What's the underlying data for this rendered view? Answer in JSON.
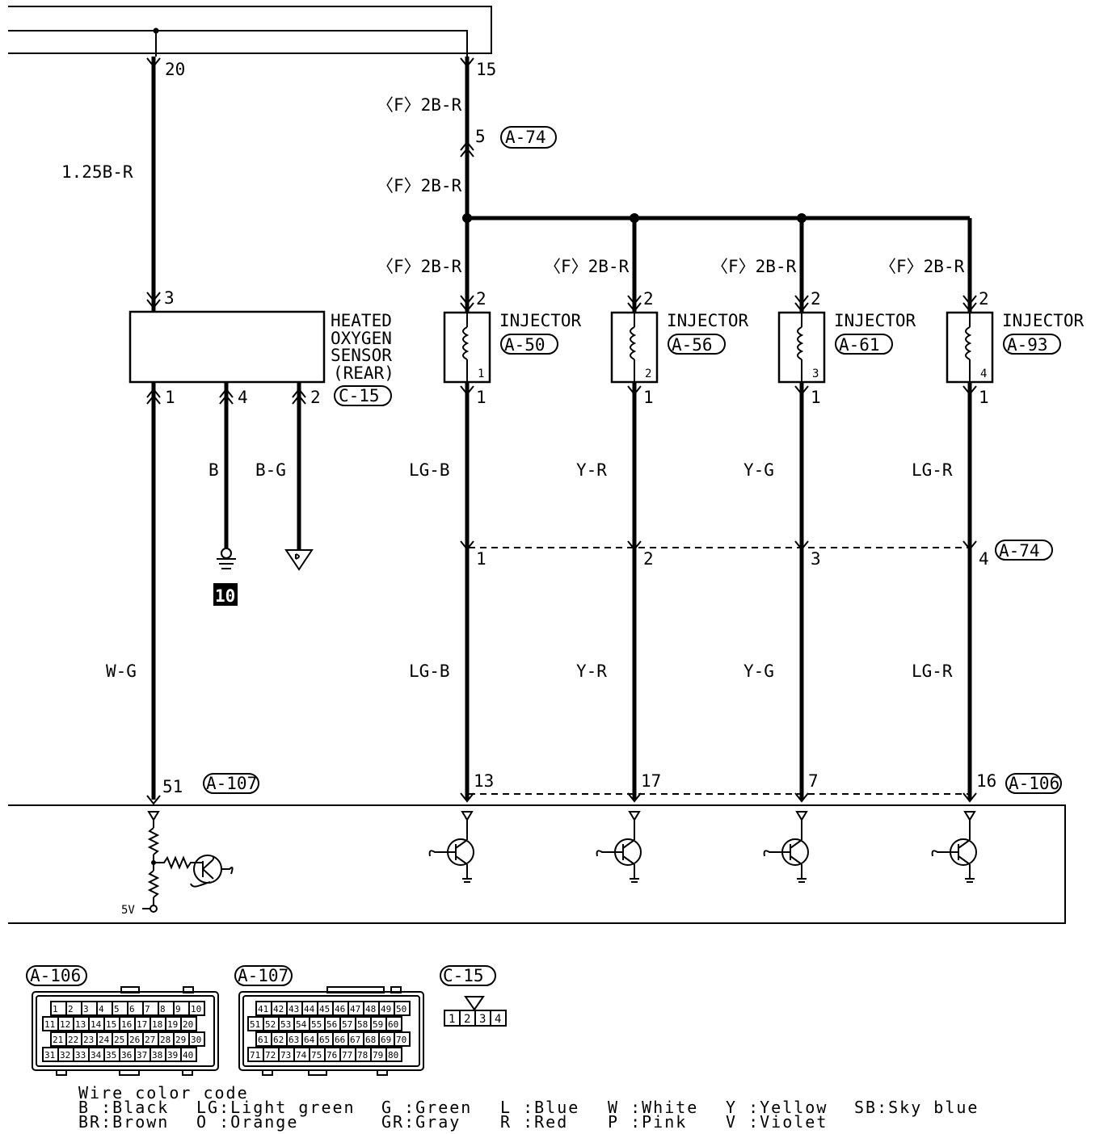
{
  "wires": {
    "top_left_pin": "20",
    "top_right_pin": "15",
    "feed_f2br_1": "〈F〉2B-R",
    "pin_5": "5",
    "conn_a74_top": "A-74",
    "feed_f2br_2": "〈F〉2B-R",
    "sensor_feed": "1.25B-R",
    "sensor_w_g": "W-G",
    "sensor_b": "B",
    "sensor_b_g": "B-G"
  },
  "sensor": {
    "title_lines": [
      "HEATED",
      "OXYGEN",
      "SENSOR",
      "(REAR)"
    ],
    "connector": "C-15",
    "pin_top": "3",
    "pin_1": "1",
    "pin_4": "4",
    "pin_2": "2",
    "ground_number": "10"
  },
  "injectors": [
    {
      "feed": "〈F〉2B-R",
      "pin_top": "2",
      "label": "INJECTOR",
      "connector": "A-50",
      "index": "1",
      "pin_bottom": "1",
      "wire_upper": "LG-B",
      "joint_pin": "1",
      "wire_lower": "LG-B",
      "ecu_pin": "13"
    },
    {
      "feed": "〈F〉2B-R",
      "pin_top": "2",
      "label": "INJECTOR",
      "connector": "A-56",
      "index": "2",
      "pin_bottom": "1",
      "wire_upper": "Y-R",
      "joint_pin": "2",
      "wire_lower": "Y-R",
      "ecu_pin": "17"
    },
    {
      "feed": "〈F〉2B-R",
      "pin_top": "2",
      "label": "INJECTOR",
      "connector": "A-61",
      "index": "3",
      "pin_bottom": "1",
      "wire_upper": "Y-G",
      "joint_pin": "3",
      "wire_lower": "Y-G",
      "ecu_pin": "7"
    },
    {
      "feed": "〈F〉2B-R",
      "pin_top": "2",
      "label": "INJECTOR",
      "connector": "A-93",
      "index": "4",
      "pin_bottom": "1",
      "wire_upper": "LG-R",
      "joint_pin": "4",
      "wire_lower": "LG-R",
      "ecu_pin": "16"
    }
  ],
  "joint_connector": "A-74",
  "ecu": {
    "sensor_pin": "51",
    "sensor_connector": "A-107",
    "injector_connector": "A-106",
    "voltage": "5V"
  },
  "connector_views": {
    "a106": {
      "title": "A-106",
      "rows": [
        [
          "1",
          "2",
          "3",
          "4",
          "5",
          "6",
          "7",
          "8",
          "9",
          "10"
        ],
        [
          "11",
          "12",
          "13",
          "14",
          "15",
          "16",
          "17",
          "18",
          "19",
          "20"
        ],
        [
          "21",
          "22",
          "23",
          "24",
          "25",
          "26",
          "27",
          "28",
          "29",
          "30"
        ],
        [
          "31",
          "32",
          "33",
          "34",
          "35",
          "36",
          "37",
          "38",
          "39",
          "40"
        ]
      ]
    },
    "a107": {
      "title": "A-107",
      "rows": [
        [
          "41",
          "42",
          "43",
          "44",
          "45",
          "46",
          "47",
          "48",
          "49",
          "50"
        ],
        [
          "51",
          "52",
          "53",
          "54",
          "55",
          "56",
          "57",
          "58",
          "59",
          "60"
        ],
        [
          "61",
          "62",
          "63",
          "64",
          "65",
          "66",
          "67",
          "68",
          "69",
          "70"
        ],
        [
          "71",
          "72",
          "73",
          "74",
          "75",
          "76",
          "77",
          "78",
          "79",
          "80"
        ]
      ]
    },
    "c15": {
      "title": "C-15",
      "pins": [
        "1",
        "2",
        "3",
        "4"
      ]
    }
  },
  "color_code": {
    "title": "Wire color code",
    "row1": [
      "B :Black",
      "LG:Light green",
      "G :Green",
      "L :Blue",
      "W :White",
      "Y :Yellow",
      "SB:Sky blue"
    ],
    "row2": [
      "BR:Brown",
      "O :Orange",
      "GR:Gray",
      "R :Red",
      "P :Pink",
      "V :Violet"
    ]
  }
}
